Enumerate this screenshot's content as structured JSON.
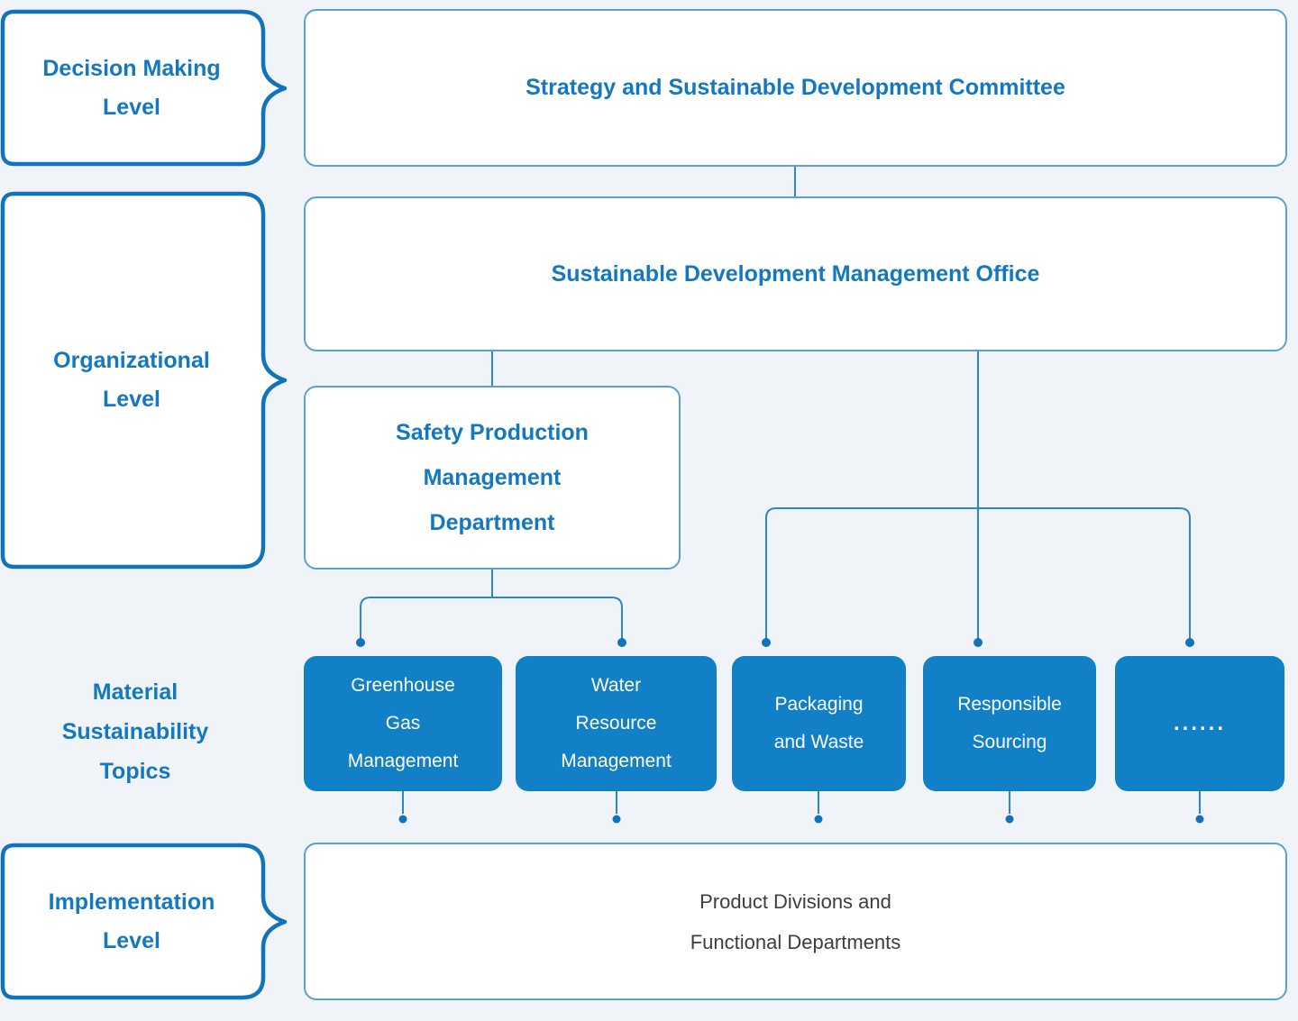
{
  "palette": {
    "background": "#f0f4f8",
    "outline_box_border": "#5aa1d2",
    "label_blue": "#1478c0",
    "brace_blue": "#1173bc",
    "solid_box_blue": "#1280c6",
    "solid_box_text": "#ffffff",
    "connector_line": "#2e86c6",
    "connector_dot": "#1173bc",
    "implementation_text": "#3d3d3d"
  },
  "levels": [
    {
      "id": "decision-making",
      "lines": [
        "Decision Making",
        "Level"
      ]
    },
    {
      "id": "organizational",
      "lines": [
        "Organizational",
        "Level"
      ]
    },
    {
      "id": "material-topics",
      "lines": [
        "Material",
        "Sustainability",
        "Topics"
      ]
    },
    {
      "id": "implementation",
      "lines": [
        "Implementation",
        "Level"
      ]
    }
  ],
  "nodes": {
    "committee": {
      "label": "Strategy and Sustainable Development Committee"
    },
    "office": {
      "label": "Sustainable Development Management Office"
    },
    "safety_department": {
      "lines": [
        "Safety Production",
        "Management",
        "Department"
      ]
    },
    "topics": [
      {
        "lines": [
          "Greenhouse",
          "Gas",
          "Management"
        ]
      },
      {
        "lines": [
          "Water",
          "Resource",
          "Management"
        ]
      },
      {
        "lines": [
          "Packaging",
          "and Waste"
        ]
      },
      {
        "lines": [
          "Responsible",
          "Sourcing"
        ]
      },
      {
        "lines": [
          "......"
        ]
      }
    ],
    "implementation_box": {
      "lines": [
        "Product Divisions and",
        "Functional Departments"
      ]
    }
  }
}
